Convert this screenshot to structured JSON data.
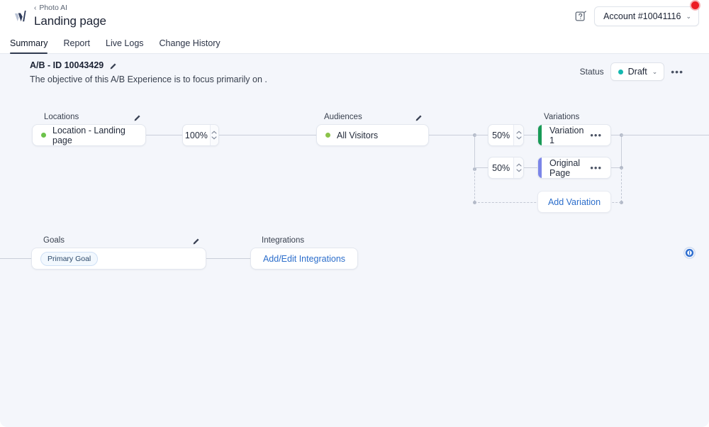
{
  "header": {
    "logo_name": "webtrends-optimize-logo",
    "breadcrumb_parent": "Photo AI",
    "breadcrumb_chevron": "‹",
    "page_title": "Landing page",
    "help_icon": "help-question-box-icon",
    "account_label": "Account #10041116",
    "account_caret": "⌄",
    "recording_indicator": "recording-dot"
  },
  "tabs": [
    {
      "label": "Summary",
      "active": true
    },
    {
      "label": "Report",
      "active": false
    },
    {
      "label": "Live Logs",
      "active": false
    },
    {
      "label": "Change History",
      "active": false
    }
  ],
  "experience": {
    "id_label": "A/B - ID 10043429",
    "objective": "The objective of this A/B Experience is to focus primarily on .",
    "edit_icon": "pencil-icon",
    "status_label": "Status",
    "status_value": "Draft",
    "status_caret": "⌄",
    "status_color": "#14b8b0",
    "more_menu": "•••"
  },
  "flow": {
    "locations": {
      "section_label": "Locations",
      "edit_icon": "pencil-icon",
      "card_label": "Location - Landing page",
      "dot_color": "#6cc24a",
      "weight": "100%"
    },
    "audiences": {
      "section_label": "Audiences",
      "edit_icon": "pencil-icon",
      "card_label": "All Visitors",
      "dot_color": "#8bc34a"
    },
    "variations": {
      "section_label": "Variations",
      "items": [
        {
          "weight": "50%",
          "name": "Variation 1",
          "accent": "#199a56",
          "menu": "•••"
        },
        {
          "weight": "50%",
          "name": "Original Page",
          "accent": "#7b85e8",
          "menu": "•••"
        }
      ],
      "add_label": "Add Variation"
    },
    "goals": {
      "section_label": "Goals",
      "edit_icon": "pencil-icon",
      "pill_label": "Primary Goal"
    },
    "integrations": {
      "section_label": "Integrations",
      "button_label": "Add/Edit Integrations"
    },
    "target_icon": "target-circle-icon"
  },
  "colors": {
    "canvas_bg": "#f4f6fb",
    "link_blue": "#2c6ecb",
    "connector": "#c9ced9"
  }
}
